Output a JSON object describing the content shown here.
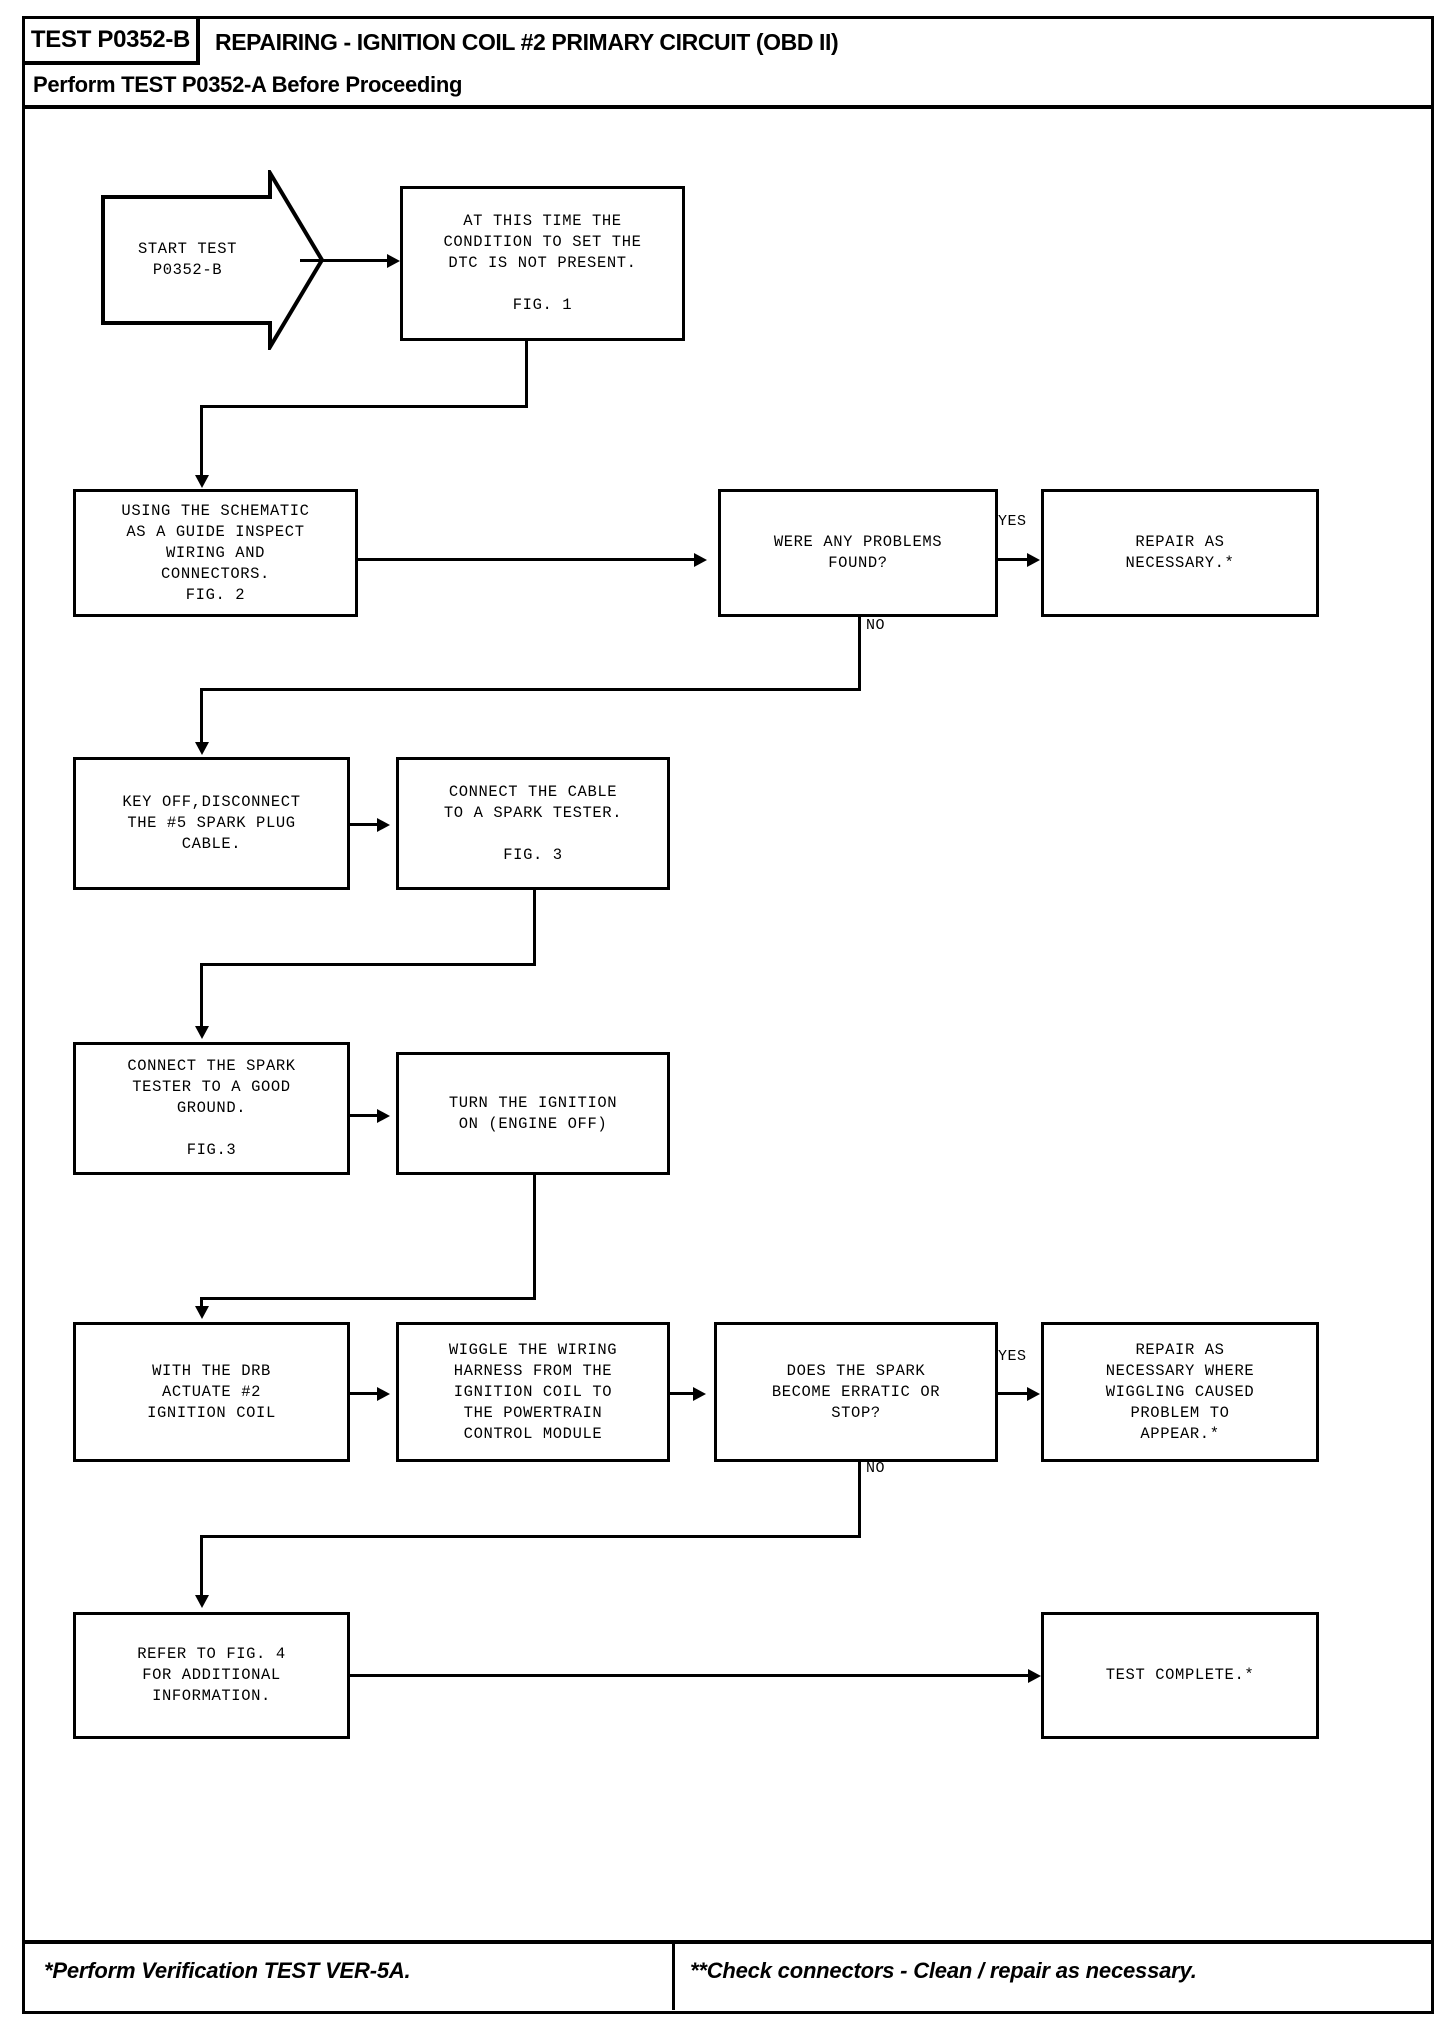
{
  "header": {
    "test_code": "TEST P0352-B",
    "title": "REPAIRING - IGNITION COIL #2 PRIMARY CIRCUIT (OBD II)",
    "subtitle": "Perform TEST P0352-A Before Proceeding"
  },
  "footer": {
    "left": "*Perform Verification TEST VER-5A.",
    "right": "**Check connectors - Clean / repair as necessary."
  },
  "flow": {
    "start": "START TEST\nP0352-B",
    "nodes": [
      {
        "id": "n1",
        "text": "AT THIS TIME THE\nCONDITION TO SET THE\nDTC IS NOT PRESENT.\n\nFIG. 1"
      },
      {
        "id": "n2",
        "text": "USING THE SCHEMATIC\nAS A GUIDE INSPECT\nWIRING AND\nCONNECTORS.\nFIG. 2"
      },
      {
        "id": "n3",
        "text": "WERE ANY PROBLEMS\nFOUND?"
      },
      {
        "id": "n4",
        "text": "REPAIR AS\nNECESSARY.*"
      },
      {
        "id": "n5",
        "text": "KEY OFF,DISCONNECT\nTHE #5 SPARK PLUG\nCABLE."
      },
      {
        "id": "n6",
        "text": "CONNECT THE CABLE\nTO A SPARK TESTER.\n\nFIG. 3"
      },
      {
        "id": "n7",
        "text": "CONNECT THE SPARK\nTESTER TO A GOOD\nGROUND.\n\nFIG.3"
      },
      {
        "id": "n8",
        "text": "TURN THE IGNITION\nON (ENGINE OFF)"
      },
      {
        "id": "n9",
        "text": "WITH THE DRB\nACTUATE #2\nIGNITION COIL"
      },
      {
        "id": "n10",
        "text": "WIGGLE THE WIRING\nHARNESS FROM THE\nIGNITION COIL TO\nTHE POWERTRAIN\nCONTROL MODULE"
      },
      {
        "id": "n11",
        "text": "DOES THE SPARK\nBECOME ERRATIC OR\nSTOP?"
      },
      {
        "id": "n12",
        "text": "REPAIR AS\nNECESSARY WHERE\nWIGGLING CAUSED\nPROBLEM TO\nAPPEAR.*"
      },
      {
        "id": "n13",
        "text": "REFER TO FIG. 4\nFOR ADDITIONAL\nINFORMATION."
      },
      {
        "id": "n14",
        "text": "TEST COMPLETE.*"
      }
    ],
    "edge_labels": {
      "yes_1": "YES",
      "no_1": "NO",
      "yes_2": "YES",
      "no_2": "NO"
    }
  }
}
